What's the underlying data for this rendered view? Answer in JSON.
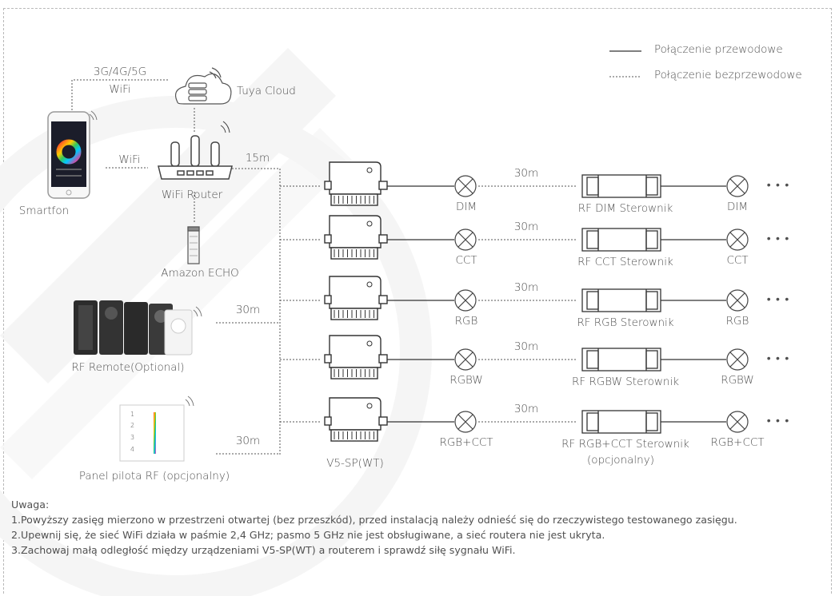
{
  "legend": {
    "wired": "Połączenie przewodowe",
    "wireless": "Połączenie bezprzewodowe"
  },
  "links": {
    "mobile": "3G/4G/5G",
    "mobile_wifi": "WiFi",
    "phone_router": "WiFi",
    "router_hub": "15m",
    "remote_hub": "30m",
    "panel_hub": "30m"
  },
  "devices": {
    "cloud": "Tuya Cloud",
    "smartphone": "Smartfon",
    "router": "WiFi Router",
    "echo": "Amazon ECHO",
    "remote": "RF Remote(Optional)",
    "panel": "Panel pilota RF (opcjonalny)",
    "hub": "V5-SP(WT)"
  },
  "panel_keys": [
    "1",
    "2",
    "3",
    "4"
  ],
  "rows": [
    {
      "lamp": "DIM",
      "distance": "30m",
      "controller": "RF DIM Sterownik",
      "controller_note": "",
      "lamp2": "DIM"
    },
    {
      "lamp": "CCT",
      "distance": "30m",
      "controller": "RF CCT Sterownik",
      "controller_note": "",
      "lamp2": "CCT"
    },
    {
      "lamp": "RGB",
      "distance": "30m",
      "controller": "RF RGB Sterownik",
      "controller_note": "",
      "lamp2": "RGB"
    },
    {
      "lamp": "RGBW",
      "distance": "30m",
      "controller": "RF RGBW Sterownik",
      "controller_note": "",
      "lamp2": "RGBW"
    },
    {
      "lamp": "RGB+CCT",
      "distance": "30m",
      "controller": "RF RGB+CCT Sterownik",
      "controller_note": "(opcjonalny)",
      "lamp2": "RGB+CCT"
    }
  ],
  "more": "• • •",
  "notes": {
    "title": "Uwaga:",
    "items": [
      "1.Powyższy zasięg mierzono w przestrzeni otwartej (bez przeszkód), przed instalacją należy odnieść się do rzeczywistego testowanego zasięgu.",
      "2.Upewnij się, że sieć WiFi działa w paśmie 2,4 GHz; pasmo 5 GHz nie jest obsługiwane, a sieć routera nie jest ukryta.",
      "3.Zachowaj małą odległość między urządzeniami V5-SP(WT) a routerem i sprawdź siłę sygnału WiFi."
    ]
  },
  "colors": {
    "line": "#555555",
    "watermark": "#f1f1f1",
    "app_ring": [
      "#ff3b30",
      "#ffcc00",
      "#34c759",
      "#00c7ff",
      "#5856d6",
      "#ff2d92"
    ]
  }
}
